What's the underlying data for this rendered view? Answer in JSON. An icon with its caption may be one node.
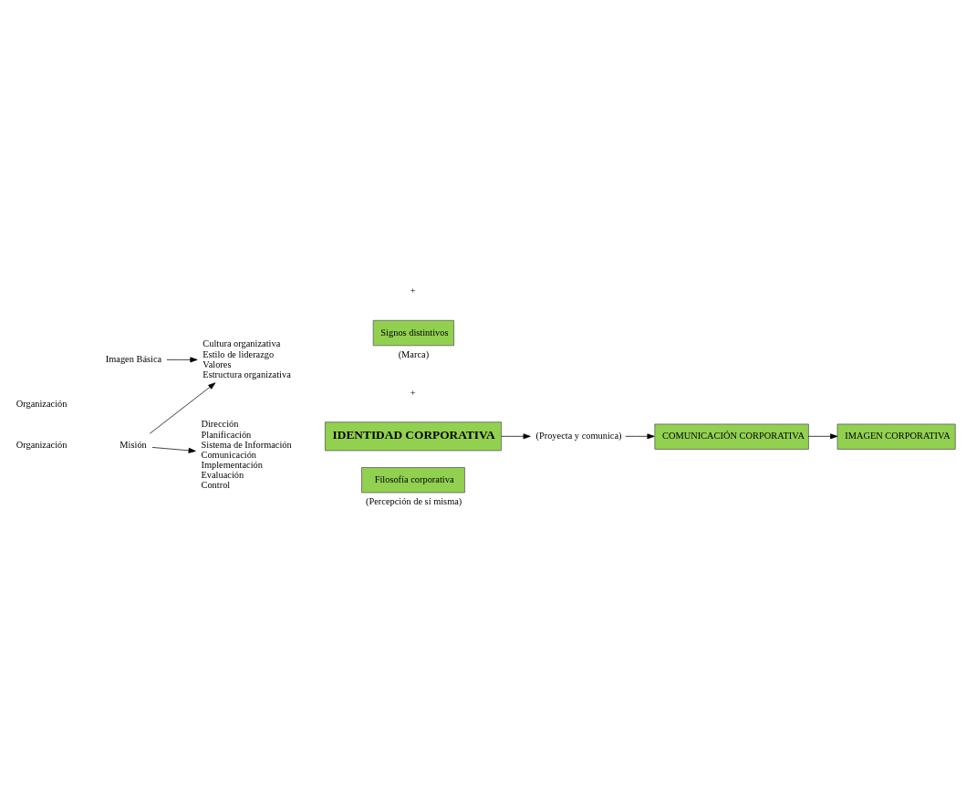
{
  "diagram": {
    "nodes": [
      {
        "text": [
          "Misión"
        ]
      },
      {
        "text": [
          "Dirección",
          "Planificación",
          "Sistema de Información",
          "Comunicación",
          "Implementación",
          "Evaluación",
          "Control"
        ]
      },
      {
        "text": [
          "Cultura organizativa",
          "Estilo de liderazgo",
          "Valores",
          "Estructura organizativa"
        ]
      },
      {
        "text": [
          "Imagen Básica"
        ]
      },
      {
        "text": [
          "Filosofía corporativa"
        ],
        "beside": [
          "(Percepción de sí misma)"
        ]
      },
      {
        "text": [
          "Signos distintivos"
        ],
        "beside": [
          "(Marca)"
        ]
      },
      {
        "text": [
          "IDENTIDAD CORPORATIVA"
        ]
      },
      {
        "text": [
          "(Proyecta y comunica)"
        ]
      },
      {
        "text": [
          "COMUNICACIÓN CORPORATIVA"
        ]
      },
      {
        "text": [
          "IMAGEN CORPORATIVA"
        ]
      }
    ],
    "edges": [
      {
        "from": 0,
        "to": 1,
        "arrow": "to"
      },
      {
        "from": 0,
        "to": 2,
        "arrow": "to"
      },
      {
        "from": 3,
        "to": 2,
        "arrow": "to"
      },
      {
        "from": 6,
        "to": 7,
        "arrow": "to"
      },
      {
        "from": 7,
        "to": 8,
        "arrow": "to"
      },
      {
        "from": 8,
        "to": 9,
        "arrow": "to"
      }
    ],
    "labels": [
      "Organización",
      "Organización",
      "+",
      "+"
    ]
  }
}
